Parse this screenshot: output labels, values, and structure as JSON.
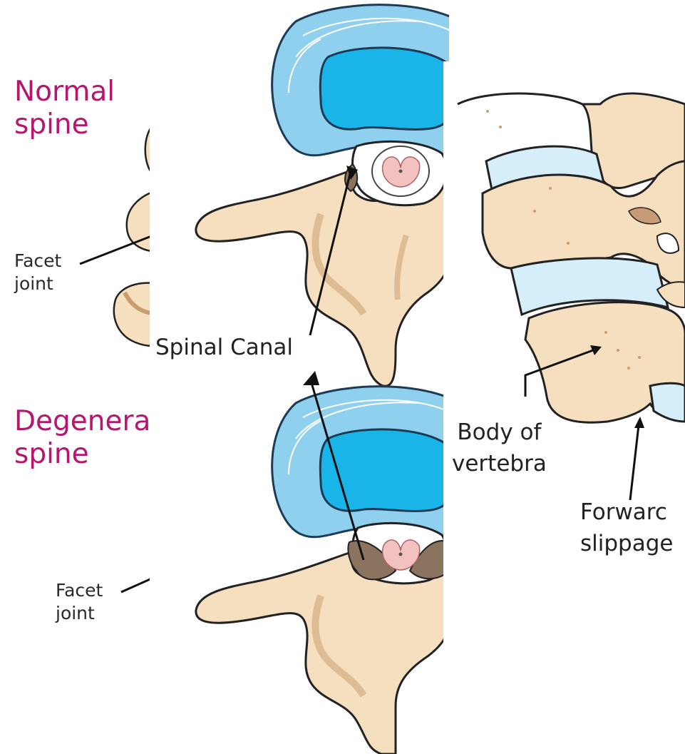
{
  "left_panel": {
    "title_normal": "Normal\nspine",
    "title_degenerative": "Degenera\nspine",
    "facet_label_top": "Facet\njoint",
    "facet_label_bottom": "Facet\njoint"
  },
  "center_panel": {
    "spinal_canal_label": "Spinal Canal"
  },
  "right_panel": {
    "body_label": "Body of\nvertebra",
    "slippage_label": "Forwarc\nslippage"
  },
  "colors": {
    "heading": "#b5166e",
    "bone": "#f6dfbf",
    "bone_shadow": "#d9b48a",
    "disc_outer": "#8fd0ef",
    "disc_inner": "#19b4e8",
    "disc_light": "#d6eefa",
    "cord_pink": "#f3c1c0"
  }
}
